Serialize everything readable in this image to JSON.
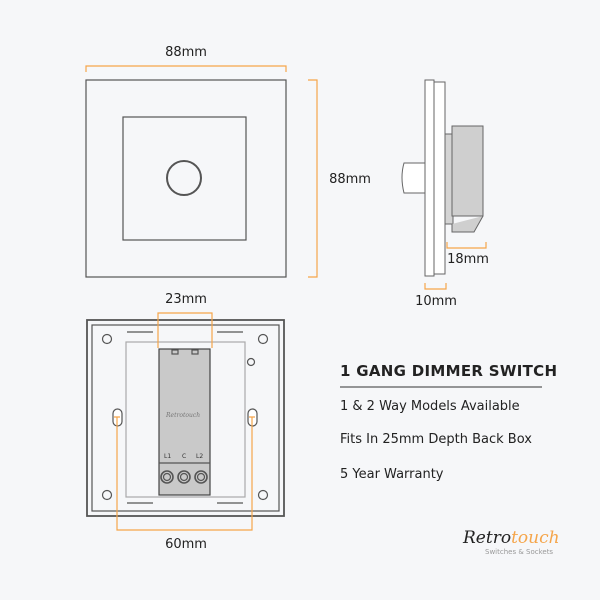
{
  "dimensions": {
    "front_width": "88mm",
    "front_height": "88mm",
    "side_module_depth": "18mm",
    "side_plate_depth": "10mm",
    "module_width": "23mm",
    "fixing_centres": "60mm"
  },
  "module": {
    "brand": "Retrotouch",
    "terminals": [
      "L1",
      "C",
      "L2"
    ]
  },
  "product": {
    "title": "1 GANG DIMMER SWITCH",
    "features": [
      "1 & 2 Way Models Available",
      "Fits In 25mm Depth Back Box",
      "5 Year Warranty"
    ]
  },
  "logo": {
    "part1": "Retro",
    "part2": "touch",
    "tagline": "Switches & Sockets"
  },
  "colors": {
    "accent": "#f5a54a",
    "line": "#555555",
    "module": "#c9c9c9"
  }
}
